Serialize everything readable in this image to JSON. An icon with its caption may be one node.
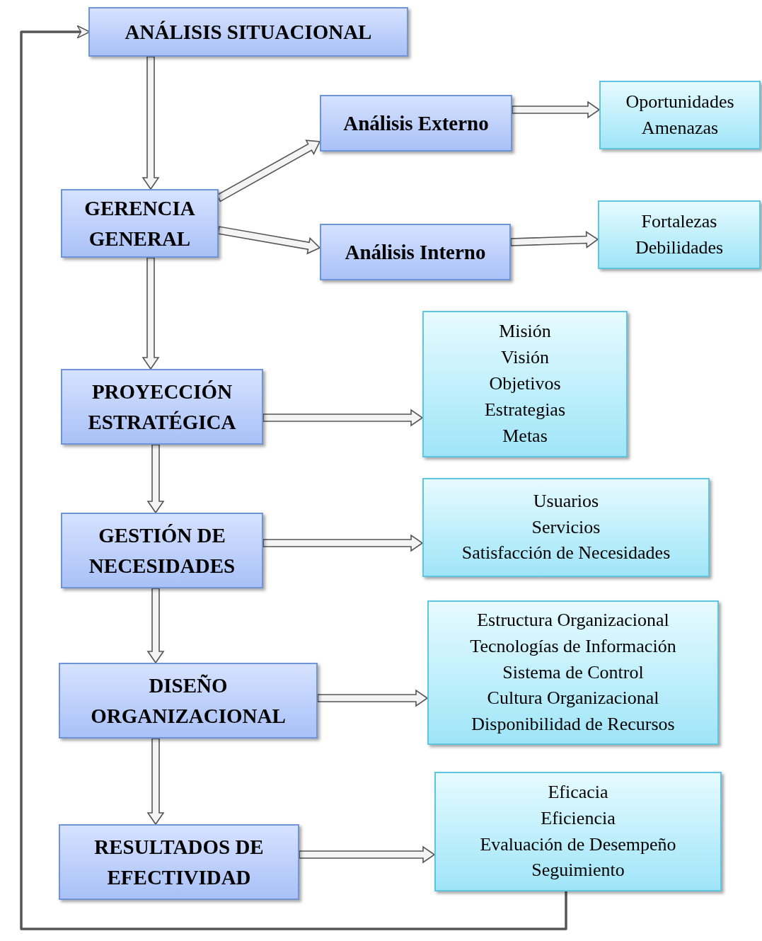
{
  "diagram": {
    "nodes": [
      {
        "text": [
          "ANÁLISIS SITUACIONAL"
        ]
      },
      {
        "text": [
          "GERENCIA GENERAL"
        ]
      },
      {
        "text": [
          "Análisis Externo"
        ]
      },
      {
        "text": [
          "Oportunidades",
          "Amenazas"
        ]
      },
      {
        "text": [
          "Análisis Interno"
        ]
      },
      {
        "text": [
          "Fortalezas",
          "Debilidades"
        ]
      },
      {
        "text": [
          "PROYECCIÓN ESTRATÉGICA"
        ]
      },
      {
        "text": [
          "Misión",
          "Visión",
          "Objetivos",
          "Estrategias",
          "Metas"
        ]
      },
      {
        "text": [
          "GESTIÓN DE NECESIDADES"
        ]
      },
      {
        "text": [
          "Usuarios",
          "Servicios",
          "Satisfacción de Necesidades"
        ]
      },
      {
        "text": [
          "DISEÑO ORGANIZACIONAL"
        ]
      },
      {
        "text": [
          "Estructura Organizacional",
          "Tecnologías de Información",
          "Sistema de Control",
          "Cultura Organizacional",
          "Disponibilidad de Recursos"
        ]
      },
      {
        "text": [
          "RESULTADOS DE EFECTIVIDAD"
        ]
      },
      {
        "text": [
          "Eficacia",
          "Eficiencia",
          "Evaluación de Desempeño",
          "Seguimiento"
        ]
      }
    ],
    "edges": [
      {
        "from": 0,
        "to": 1,
        "arrow": "to"
      },
      {
        "from": 1,
        "to": 2,
        "arrow": "to"
      },
      {
        "from": 1,
        "to": 4,
        "arrow": "to"
      },
      {
        "from": 2,
        "to": 3,
        "arrow": "to"
      },
      {
        "from": 4,
        "to": 5,
        "arrow": "to"
      },
      {
        "from": 1,
        "to": 6,
        "arrow": "to"
      },
      {
        "from": 6,
        "to": 7,
        "arrow": "to"
      },
      {
        "from": 6,
        "to": 8,
        "arrow": "to"
      },
      {
        "from": 8,
        "to": 9,
        "arrow": "to"
      },
      {
        "from": 8,
        "to": 10,
        "arrow": "to"
      },
      {
        "from": 10,
        "to": 11,
        "arrow": "to"
      },
      {
        "from": 10,
        "to": 12,
        "arrow": "to"
      },
      {
        "from": 12,
        "to": 13,
        "arrow": "to"
      },
      {
        "from": 13,
        "to": 0,
        "arrow": "to"
      }
    ]
  }
}
